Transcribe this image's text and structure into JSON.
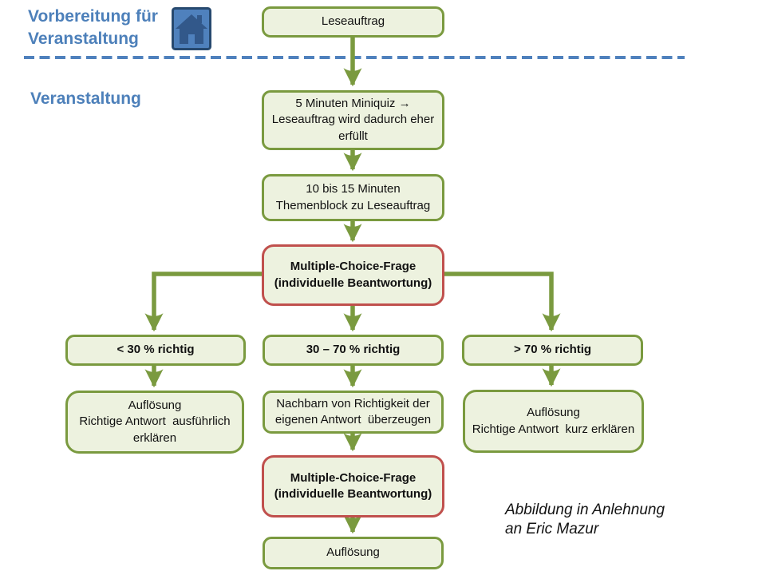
{
  "slide": {
    "phases": {
      "preparation_label": "Vorbereitung für\nVeranstaltung",
      "event_label": "Veranstaltung"
    },
    "caption": "Abbildung in Anlehnung\nan Eric Mazur",
    "icons": {
      "home": "home"
    },
    "colors": {
      "accent_green": "#7A9A3F",
      "box_fill": "#EDF2DF",
      "accent_red": "#C0504D",
      "accent_blue": "#4F81BD"
    },
    "flowchart": {
      "nodes": {
        "leseauftrag": "Leseauftrag",
        "miniquiz": "5 Minuten Miniquiz →\nLeseauftrag wird dadurch eher\nerfüllt",
        "themenblock": "10 bis 15 Minuten\nThemenblock zu Leseauftrag",
        "mc_frage_1": "Multiple-Choice-Frage\n(individuelle Beantwortung)",
        "lt30": "< 30 % richtig",
        "mid": "30 – 70 % richtig",
        "gt70": "> 70 % richtig",
        "aufloesung_ausfuehrlich": "Auflösung\nRichtige Antwort  ausführlich\nerklären",
        "nachbarn": "Nachbarn von Richtigkeit der\neigenen Antwort  überzeugen",
        "aufloesung_kurz": "Auflösung\nRichtige Antwort  kurz erklären",
        "mc_frage_2": "Multiple-Choice-Frage\n(individuelle Beantwortung)",
        "aufloesung_final": "Auflösung"
      }
    }
  }
}
